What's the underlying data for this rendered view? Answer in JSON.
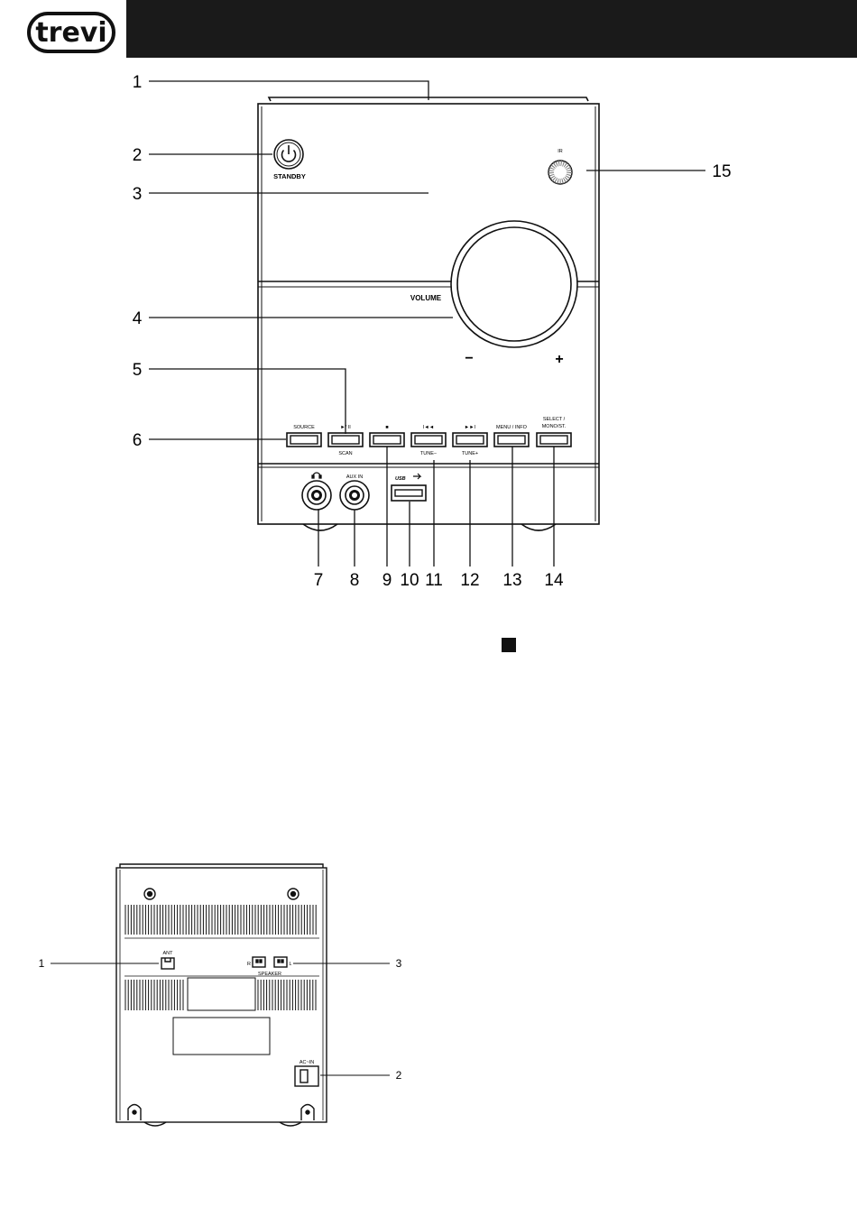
{
  "brand": {
    "logo_text": "trevi"
  },
  "front": {
    "standby_label": "STANDBY",
    "ir_label": "IR",
    "volume_label": "VOLUME",
    "volume_minus": "−",
    "volume_plus": "+",
    "buttons": [
      {
        "top": "SOURCE",
        "bottom": ""
      },
      {
        "top": "►/ II",
        "bottom": "SCAN"
      },
      {
        "top": "■",
        "bottom": ""
      },
      {
        "top": "I◄◄",
        "bottom": "TUNE−"
      },
      {
        "top": "►►I",
        "bottom": "TUNE+"
      },
      {
        "top": "MENU / INFO",
        "bottom": ""
      },
      {
        "top": "SELECT /",
        "bottom": ""
      }
    ],
    "select_line2": "MONO/ST.",
    "headphone_icon_label": "Ω",
    "aux_label": "AUX IN",
    "usb_label": "USB",
    "callouts": [
      "1",
      "2",
      "3",
      "4",
      "5",
      "6",
      "7",
      "8",
      "9",
      "10",
      "11",
      "12",
      "13",
      "14",
      "15"
    ]
  },
  "rear": {
    "ant_label": "ANT",
    "speaker_label": "SPEAKER",
    "speaker_r": "R",
    "speaker_l": "L",
    "ac_label": "AC~IN",
    "callouts": [
      "1",
      "2",
      "3"
    ]
  }
}
